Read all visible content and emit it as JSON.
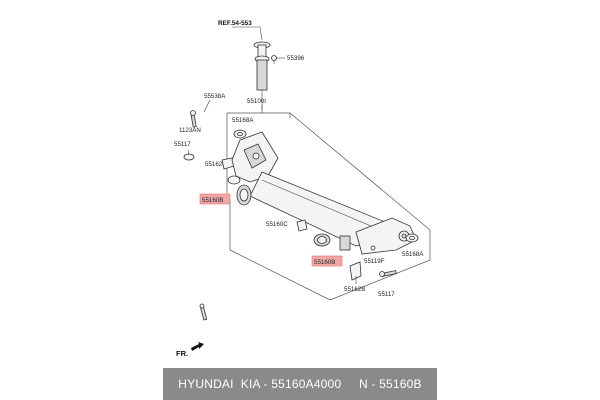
{
  "diagram": {
    "ref_label": "REF.54-553",
    "front_label": "FR.",
    "labels": {
      "p55396": "55396",
      "p55538A": "55538A",
      "p55100I": "55100I",
      "p1123AN": "1123AN",
      "p55168A_top": "55168A",
      "p55117_left": "55117",
      "p55162B_left": "55162B",
      "p55160B_left": "55160B",
      "p55160C": "55160C",
      "p55160B_right": "55160B",
      "p55119F": "55119F",
      "p55168A_right": "55168A",
      "p55162B_bottom": "55162B",
      "p55117_bottom": "55117"
    },
    "highlight_color": "#f2a7a7"
  },
  "footer": {
    "text": "HYUNDAI  KIA - 55160A4000     N - 55160B",
    "background": "#8a8a8a"
  }
}
